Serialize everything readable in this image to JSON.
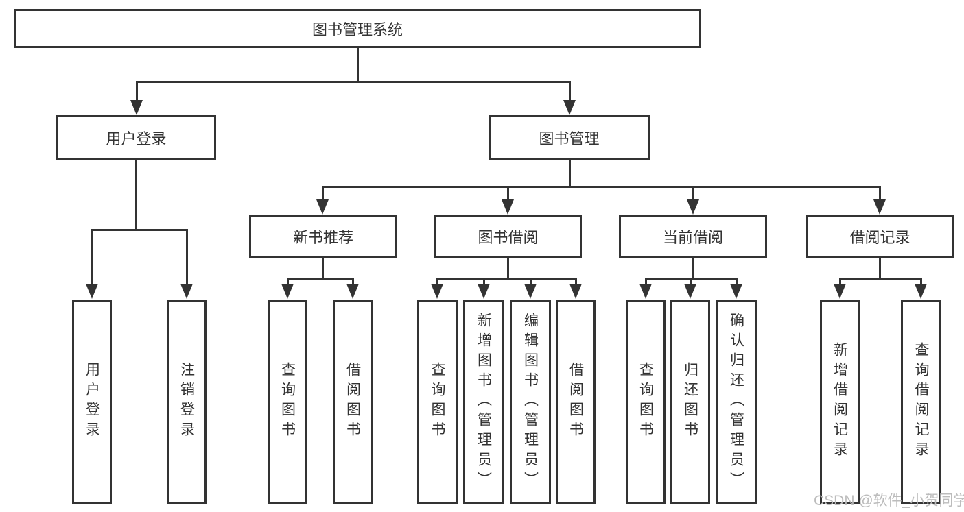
{
  "colors": {
    "line": "#333333",
    "box_bg": "#ffffff",
    "text": "#333333",
    "watermark": "#bcbcbc"
  },
  "watermark": {
    "text": "CSDN @软件_小贺同学"
  },
  "diagram": {
    "root": {
      "label": "图书管理系统"
    },
    "user_login": {
      "label": "用户登录",
      "children": [
        {
          "label": "用户登录"
        },
        {
          "label": "注销登录"
        }
      ]
    },
    "book_mgmt": {
      "label": "图书管理",
      "sections": [
        {
          "label": "新书推荐",
          "children": [
            {
              "label": "查询图书"
            },
            {
              "label": "借阅图书"
            }
          ]
        },
        {
          "label": "图书借阅",
          "children": [
            {
              "label": "查询图书"
            },
            {
              "label": "新增图书（管理员）"
            },
            {
              "label": "编辑图书（管理员）"
            },
            {
              "label": "借阅图书"
            }
          ]
        },
        {
          "label": "当前借阅",
          "children": [
            {
              "label": "查询图书"
            },
            {
              "label": "归还图书"
            },
            {
              "label": "确认归还（管理员）"
            }
          ]
        },
        {
          "label": "借阅记录",
          "children": [
            {
              "label": "新增借阅记录"
            },
            {
              "label": "查询借阅记录"
            }
          ]
        }
      ]
    }
  }
}
